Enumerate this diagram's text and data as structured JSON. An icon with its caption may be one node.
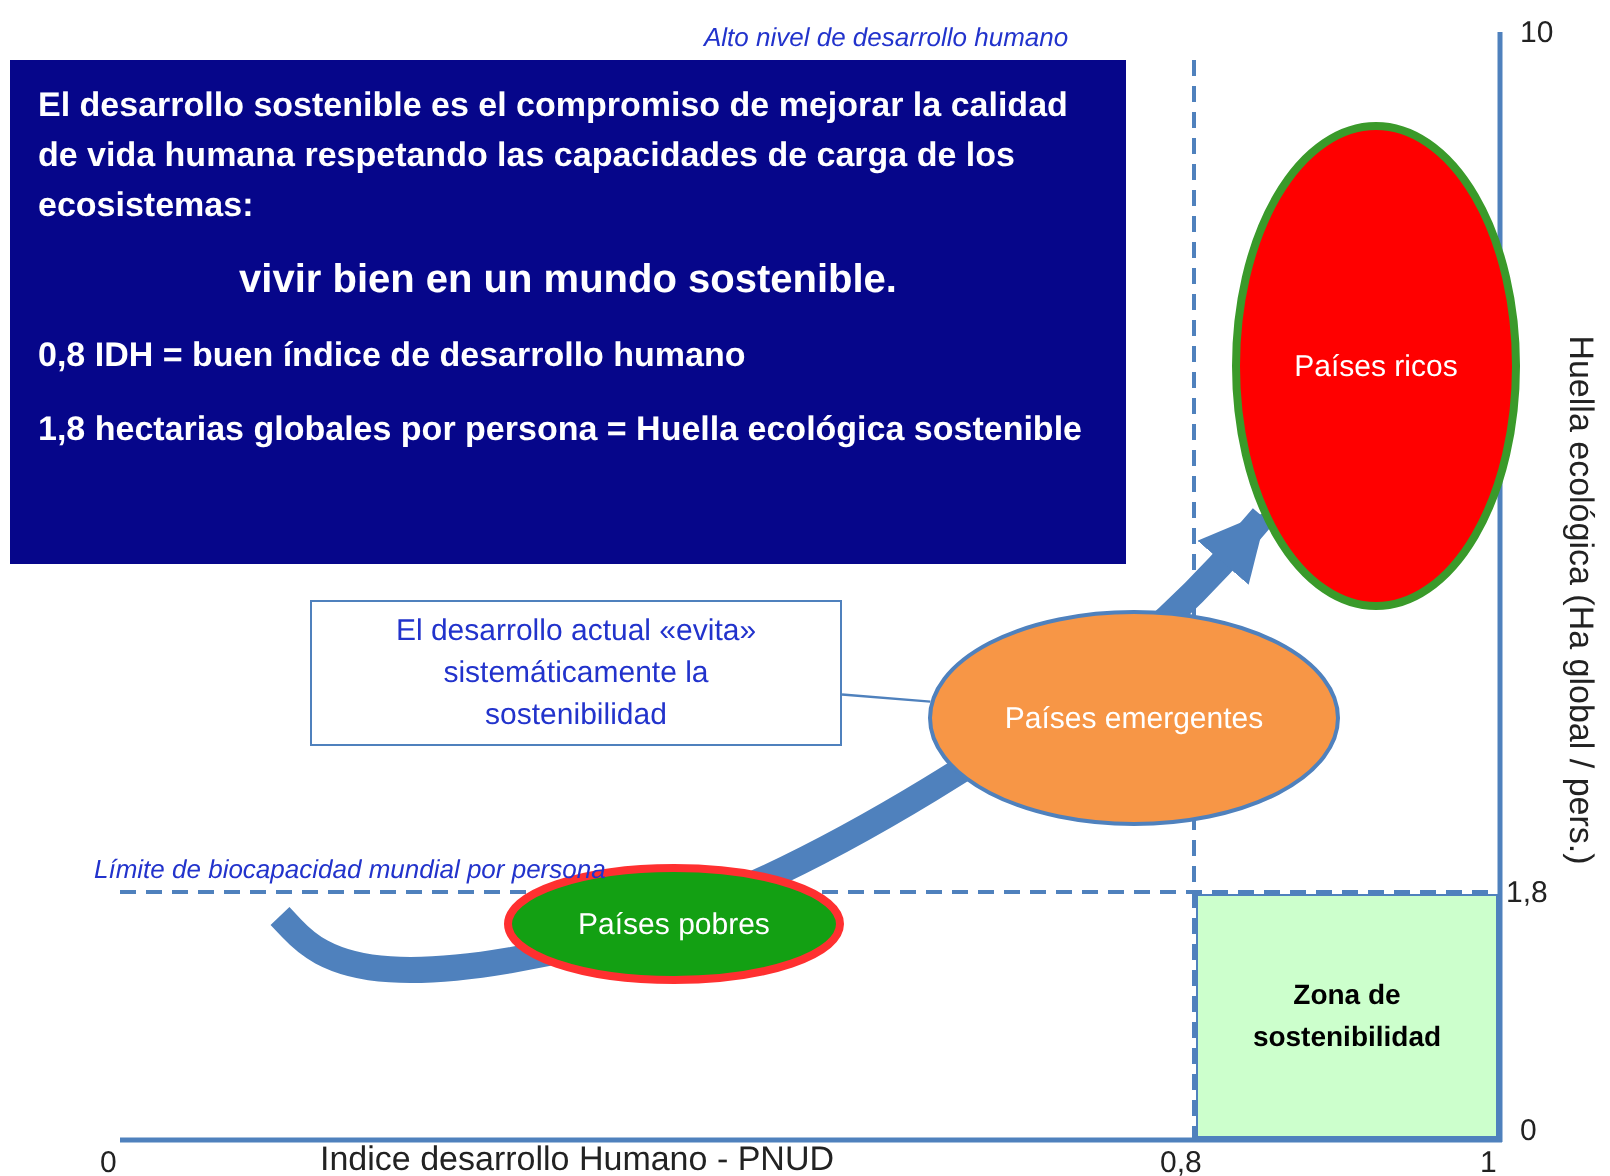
{
  "diagram": {
    "nodes": [
      {
        "text": [
          "El desarrollo sostenible es el compromiso de mejorar la calidad de vida humana respetando las capacidades de carga de los ecosistemas:",
          "vivir bien en un mundo sostenible.",
          "0,8 IDH = buen índice de desarrollo humano",
          "1,8 hectarias globales por persona = Huella ecológica sostenible"
        ]
      },
      {
        "text": [
          "Países ricos"
        ]
      },
      {
        "text": [
          "Países emergentes"
        ]
      },
      {
        "text": [
          "Países pobres"
        ]
      },
      {
        "text": [
          "Zona de sostenibilidad"
        ]
      },
      {
        "text": [
          "El desarrollo actual «evita» sistemáticamente la sostenibilidad"
        ]
      }
    ],
    "edges": [
      {
        "from": 5,
        "to": 2,
        "arrow": "none"
      },
      {
        "from": null,
        "to": 1,
        "arrow": "to",
        "style": "thick"
      }
    ],
    "labels": [
      "Alto nivel de desarrollo humano",
      "10",
      "Huella ecológica (Ha global / pers.)",
      "Límite de biocapacidad mundial por persona",
      "1,8",
      "0",
      "0",
      "Indice desarrollo Humano - PNUD",
      "0,8",
      "1"
    ]
  }
}
